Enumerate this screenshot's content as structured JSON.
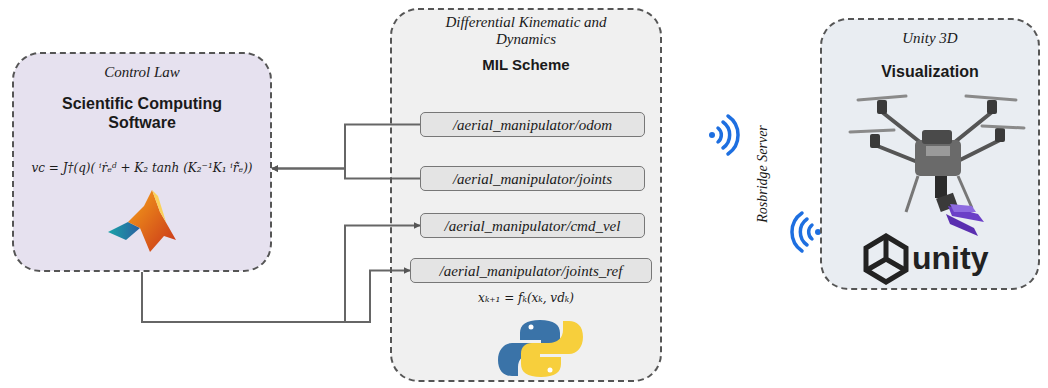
{
  "diagram": {
    "nodes": [
      {
        "text": [
          "Control Law",
          "Scientific Computing Software",
          "vc = J†(q)( ⁱṙₑᵈ + K₂ tanh (K₂⁻¹K₁ ⁱr̃̇ₑ))"
        ]
      },
      {
        "text": [
          "Differential Kinematic and Dynamics",
          "MIL Scheme",
          "xₖ₊₁ = fₖ(xₖ, vdₖ)"
        ]
      },
      {
        "text": [
          "/aerial_manipulator/odom"
        ],
        "in": 1
      },
      {
        "text": [
          "/aerial_manipulator/joints"
        ],
        "in": 1
      },
      {
        "text": [
          "/aerial_manipulator/cmd_vel"
        ],
        "in": 1
      },
      {
        "text": [
          "/aerial_manipulator/joints_ref"
        ],
        "in": 1
      },
      {
        "text": [
          "Unity 3D",
          "Visualization"
        ]
      }
    ],
    "edges": [
      {
        "from": 2,
        "to": 0,
        "arrow": "to"
      },
      {
        "from": 3,
        "to": 0,
        "arrow": "to"
      },
      {
        "from": 0,
        "to": 4,
        "arrow": "to"
      },
      {
        "from": 0,
        "to": 5,
        "arrow": "to"
      }
    ],
    "labels": [
      "Rosbridge Server",
      "unity"
    ]
  }
}
